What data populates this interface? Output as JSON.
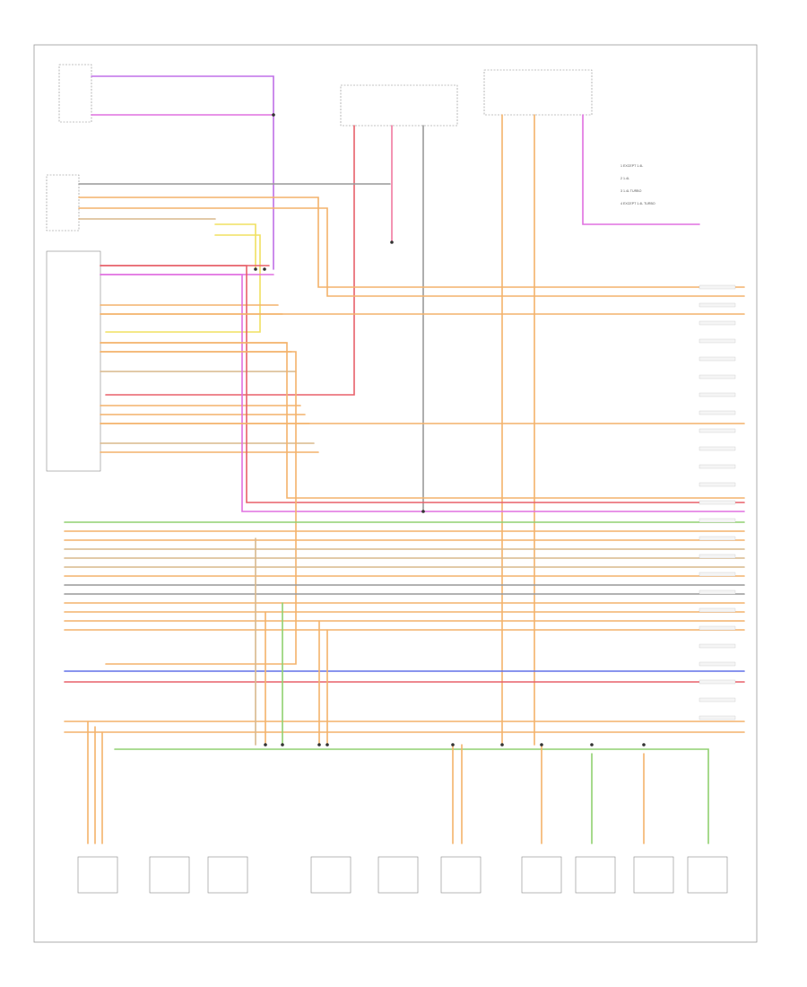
{
  "diagram": {
    "page_number": "",
    "top_components": {
      "left_module": {
        "name": "",
        "lines": [
          "",
          "",
          "",
          ""
        ]
      },
      "fuse_box_center": {
        "title_lines": [
          "",
          "",
          ""
        ],
        "fuse_labels": [
          "",
          "",
          ""
        ]
      },
      "right_top_module": {
        "title_lines": [
          "",
          "",
          ""
        ]
      }
    },
    "legend": {
      "items": [
        "1  EXCEPT 1.4L",
        "2  1.4L",
        "3  1.4L TURBO",
        "4  EXCEPT 1.4L TURBO"
      ]
    },
    "left_column": {
      "module_a": "",
      "module_b": "",
      "connector_label": ""
    },
    "bottom_components": [
      {
        "lines": [
          "",
          "",
          "",
          ""
        ]
      },
      {
        "lines": [
          "",
          "",
          "",
          ""
        ]
      },
      {
        "lines": [
          "",
          "",
          "",
          ""
        ]
      },
      {
        "lines": [
          "",
          "",
          "",
          ""
        ]
      },
      {
        "lines": [
          "",
          "",
          "",
          ""
        ]
      },
      {
        "lines": [
          "",
          "",
          "",
          ""
        ]
      },
      {
        "lines": [
          "",
          "",
          "",
          ""
        ]
      },
      {
        "lines": [
          "",
          "",
          "",
          ""
        ]
      },
      {
        "lines": [
          "",
          "",
          "",
          ""
        ]
      },
      {
        "lines": [
          "",
          "",
          "",
          ""
        ]
      }
    ],
    "wire_colors": {
      "orange": "#f4b26b",
      "tan": "#d9b88c",
      "pink": "#f07aa0",
      "red": "#e8606a",
      "violet": "#c070e8",
      "magenta": "#e070e0",
      "yellow": "#f0e060",
      "green": "#90d070",
      "blue": "#6070e8",
      "gray": "#999999",
      "brown": "#b08060",
      "black": "#555555"
    }
  }
}
